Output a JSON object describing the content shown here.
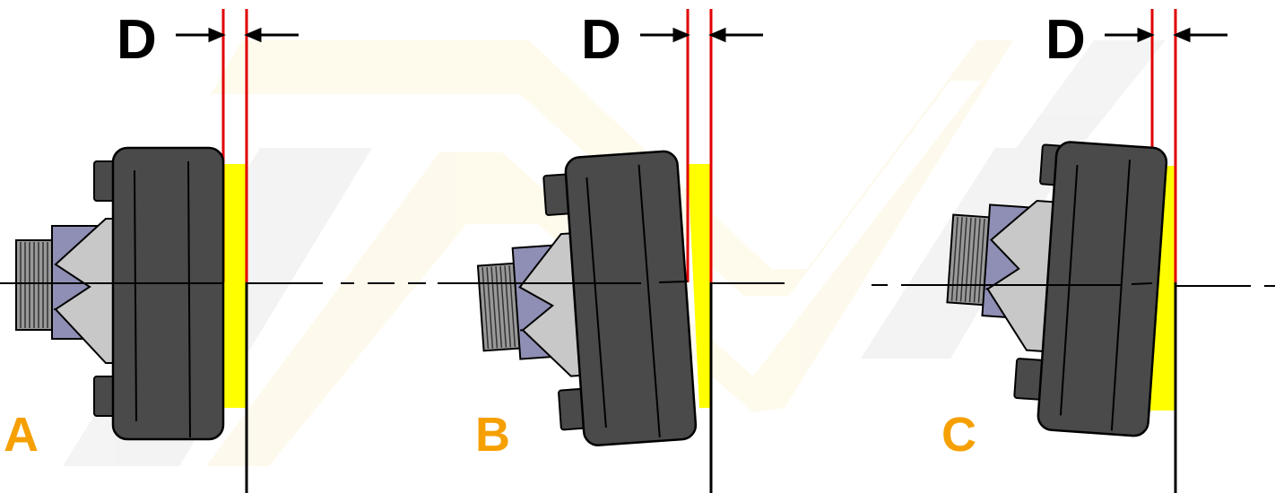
{
  "colors": {
    "gap_fill": "#ffff00",
    "gap_lines": "#e00000",
    "label_color": "#f5a000",
    "rubber": "#4a4a4a",
    "hub": "#8f8fb5",
    "flange": "#c8c8c8",
    "thread": "#999999"
  },
  "variants": [
    {
      "id": "a",
      "dimension_label": "D",
      "variant_label": "A"
    },
    {
      "id": "b",
      "dimension_label": "D",
      "variant_label": "B"
    },
    {
      "id": "c",
      "dimension_label": "D",
      "variant_label": "C"
    }
  ]
}
